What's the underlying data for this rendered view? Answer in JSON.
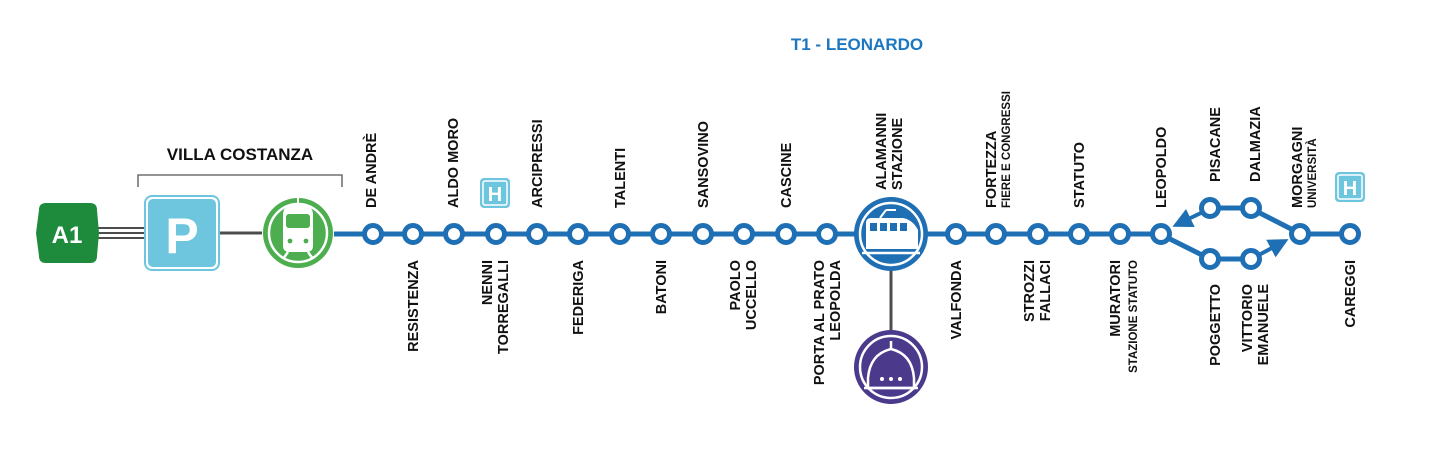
{
  "line_title": "T1 - LEONARDO",
  "parking_group_label": "VILLA COSTANZA",
  "motorway_badge": "A1",
  "parking_badge": "P",
  "hospital_badge": "H",
  "colors": {
    "line_blue": "#1e6fb3",
    "title_blue": "#1c77c3",
    "motorway_green": "#1d8a3c",
    "parking_blue": "#6ec6de",
    "tram_green": "#4cae4f",
    "dome_purple": "#4b3a8c",
    "connector_gray": "#4d4d4d"
  },
  "icons": {
    "tram_terminal": "tram-icon",
    "train_station": "train-icon",
    "duomo": "duomo-icon"
  },
  "stops": {
    "de_andre": "DE ANDRÈ",
    "resistenza": "RESISTENZA",
    "aldo_moro": "ALDO MORO",
    "nenni_1": "NENNI",
    "nenni_2": "TORREGALLI",
    "arcipressi": "ARCIPRESSI",
    "federiga": "FEDERIGA",
    "talenti": "TALENTI",
    "batoni": "BATONI",
    "sansovino": "SANSOVINO",
    "paolo_1": "PAOLO",
    "paolo_2": "UCCELLO",
    "cascine": "CASCINE",
    "porta_1": "PORTA AL PRATO",
    "porta_2": "LEOPOLDA",
    "alamanni_1": "ALAMANNI",
    "alamanni_2": "STAZIONE",
    "valfonda": "VALFONDA",
    "fortezza_1": "FORTEZZA",
    "fortezza_2": "FIERE E CONGRESSI",
    "strozzi_1": "STROZZI",
    "strozzi_2": "FALLACI",
    "statuto": "STATUTO",
    "muratori_1": "MURATORI",
    "muratori_2": "STAZIONE STATUTO",
    "leopoldo": "LEOPOLDO",
    "pisacane": "PISACANE",
    "poggetto": "POGGETTO",
    "dalmazia": "DALMAZIA",
    "vittorio_1": "VITTORIO",
    "vittorio_2": "EMANUELE",
    "morgagni_1": "MORGAGNI",
    "morgagni_2": "UNIVERSITÀ",
    "careggi": "CAREGGI"
  }
}
